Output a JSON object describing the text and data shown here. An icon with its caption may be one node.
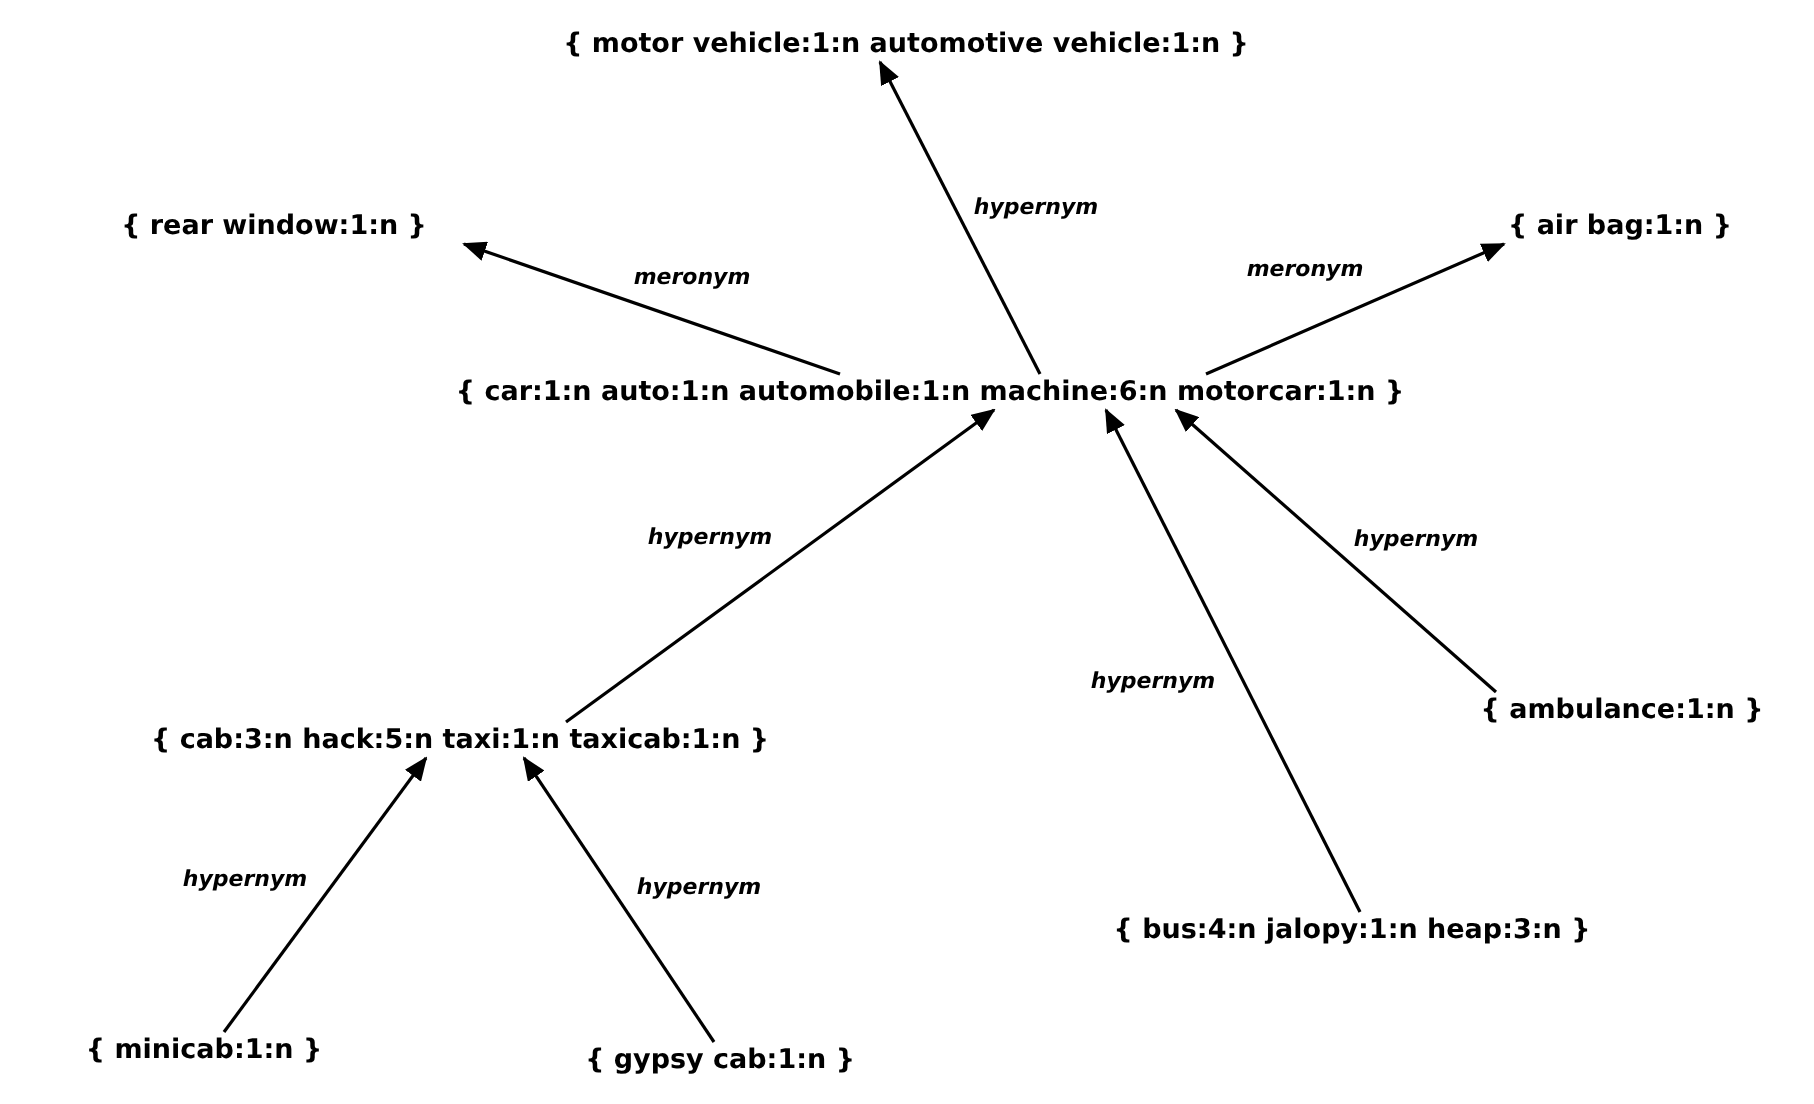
{
  "diagram": {
    "nodes": [
      {
        "text": [
          "{ motor vehicle:1:n automotive vehicle:1:n }"
        ]
      },
      {
        "text": [
          "{ rear window:1:n }"
        ]
      },
      {
        "text": [
          "{ air bag:1:n }"
        ]
      },
      {
        "text": [
          "{ car:1:n auto:1:n automobile:1:n machine:6:n motorcar:1:n }"
        ]
      },
      {
        "text": [
          "{ cab:3:n hack:5:n taxi:1:n taxicab:1:n }"
        ]
      },
      {
        "text": [
          "{ ambulance:1:n }"
        ]
      },
      {
        "text": [
          "{ bus:4:n jalopy:1:n heap:3:n }"
        ]
      },
      {
        "text": [
          "{ minicab:1:n }"
        ]
      },
      {
        "text": [
          "{ gypsy cab:1:n }"
        ]
      }
    ],
    "edges": [
      {
        "from": 3,
        "to": 0,
        "arrow": "to",
        "label": "hypernym"
      },
      {
        "from": 3,
        "to": 1,
        "arrow": "to",
        "label": "meronym"
      },
      {
        "from": 3,
        "to": 2,
        "arrow": "to",
        "label": "meronym"
      },
      {
        "from": 4,
        "to": 3,
        "arrow": "to",
        "label": "hypernym"
      },
      {
        "from": 6,
        "to": 3,
        "arrow": "to",
        "label": "hypernym"
      },
      {
        "from": 5,
        "to": 3,
        "arrow": "to",
        "label": "hypernym"
      },
      {
        "from": 7,
        "to": 4,
        "arrow": "to",
        "label": "hypernym"
      },
      {
        "from": 8,
        "to": 4,
        "arrow": "to",
        "label": "hypernym"
      }
    ]
  }
}
